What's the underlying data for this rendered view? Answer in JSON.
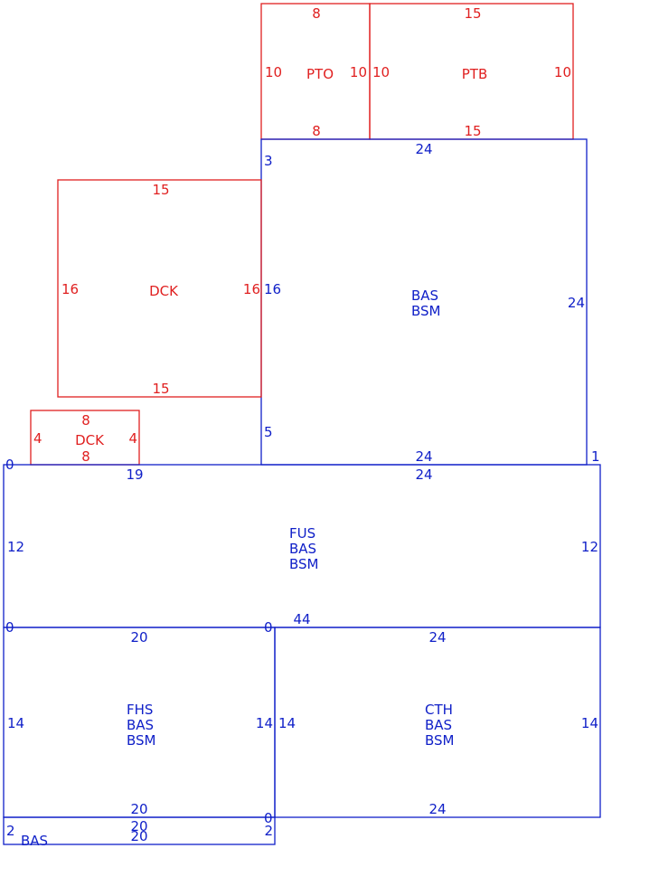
{
  "colors": {
    "red": "#e02020",
    "blue": "#1020c8"
  },
  "areas": [
    {
      "id": "pto",
      "color": "red",
      "labels": [
        "PTO"
      ],
      "dims": [
        "8",
        "8",
        "10",
        "10"
      ]
    },
    {
      "id": "ptb",
      "color": "red",
      "labels": [
        "PTB"
      ],
      "dims": [
        "15",
        "15",
        "10",
        "10"
      ]
    },
    {
      "id": "bas-upper",
      "color": "blue",
      "labels": [
        "BAS",
        "BSM"
      ],
      "dims": [
        "24",
        "24",
        "3",
        "16",
        "5",
        "24",
        "1"
      ]
    },
    {
      "id": "dck-large",
      "color": "red",
      "labels": [
        "DCK"
      ],
      "dims": [
        "15",
        "15",
        "16",
        "16"
      ]
    },
    {
      "id": "dck-small",
      "color": "red",
      "labels": [
        "DCK"
      ],
      "dims": [
        "8",
        "8",
        "4",
        "4"
      ]
    },
    {
      "id": "fus",
      "color": "blue",
      "labels": [
        "FUS",
        "BAS",
        "BSM"
      ],
      "dims": [
        "0",
        "19",
        "24",
        "12",
        "12",
        "0",
        "0",
        "44"
      ]
    },
    {
      "id": "fhs",
      "color": "blue",
      "labels": [
        "FHS",
        "BAS",
        "BSM"
      ],
      "dims": [
        "20",
        "20",
        "14",
        "14"
      ]
    },
    {
      "id": "cth",
      "color": "blue",
      "labels": [
        "CTH",
        "BAS",
        "BSM"
      ],
      "dims": [
        "24",
        "24",
        "14",
        "14"
      ]
    },
    {
      "id": "bas-strip",
      "color": "blue",
      "labels": [
        "BAS"
      ],
      "dims": [
        "0",
        "20",
        "20",
        "2",
        "2"
      ]
    }
  ]
}
